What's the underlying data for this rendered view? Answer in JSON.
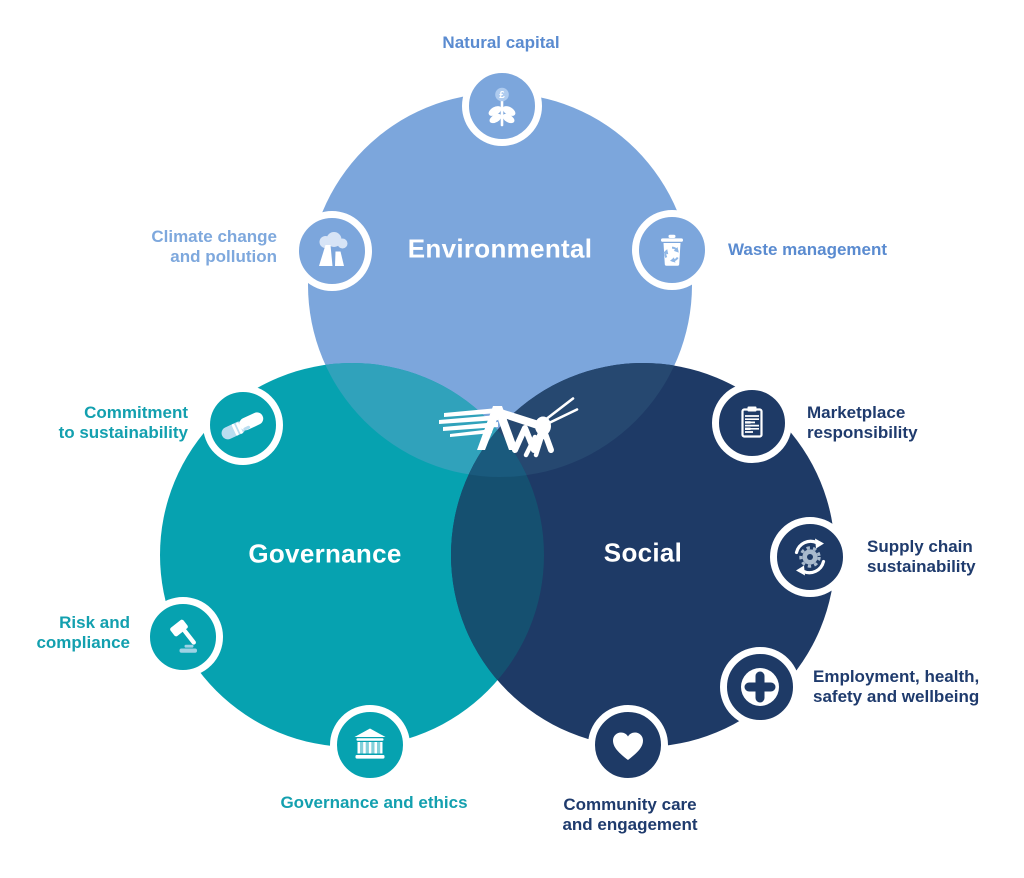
{
  "venn": {
    "environmental": {
      "label": "Environmental"
    },
    "governance": {
      "label": "Governance"
    },
    "social": {
      "label": "Social"
    }
  },
  "items": [
    {
      "name": "natural-capital",
      "label": "Natural capital",
      "icon": "plant-coin-icon",
      "group": "environmental"
    },
    {
      "name": "climate-change-pollution",
      "label": "Climate change\nand pollution",
      "icon": "factory-icon",
      "group": "environmental"
    },
    {
      "name": "waste-management",
      "label": "Waste management",
      "icon": "recycle-bin-icon",
      "group": "environmental"
    },
    {
      "name": "commitment-to-sustainability",
      "label": "Commitment\nto sustainability",
      "icon": "handshake-icon",
      "group": "governance"
    },
    {
      "name": "risk-and-compliance",
      "label": "Risk and\ncompliance",
      "icon": "gavel-icon",
      "group": "governance"
    },
    {
      "name": "governance-and-ethics",
      "label": "Governance and ethics",
      "icon": "bank-icon",
      "group": "governance"
    },
    {
      "name": "marketplace-responsibility",
      "label": "Marketplace\nresponsibility",
      "icon": "report-icon",
      "group": "social"
    },
    {
      "name": "supply-chain-sustainability",
      "label": "Supply chain\nsustainability",
      "icon": "gear-cycle-icon",
      "group": "social"
    },
    {
      "name": "employment-health-safety-wellbeing",
      "label": "Employment, health,\nsafety and wellbeing",
      "icon": "medical-cross-icon",
      "group": "social"
    },
    {
      "name": "community-care-engagement",
      "label": "Community care\nand engagement",
      "icon": "heart-icon",
      "group": "social"
    }
  ],
  "icons": {
    "coin_symbol": "£"
  },
  "logo": {
    "name": "grasshopper-logo"
  },
  "colors": {
    "environmental_circle": "#7CA6DC",
    "governance_circle": "#06A2B0",
    "social_circle": "#1E3A66",
    "env_gov_overlap": "#30A2BB",
    "env_soc_overlap": "#264870",
    "gov_soc_overlap": "#155070",
    "triple_overlap": "#1A5A7D",
    "environmental_label": "#5A8BD0",
    "environmental_label_light": "#7EA8DD",
    "governance_label": "#13A0AF",
    "social_label": "#1F3B6D",
    "white": "#FFFFFF"
  }
}
